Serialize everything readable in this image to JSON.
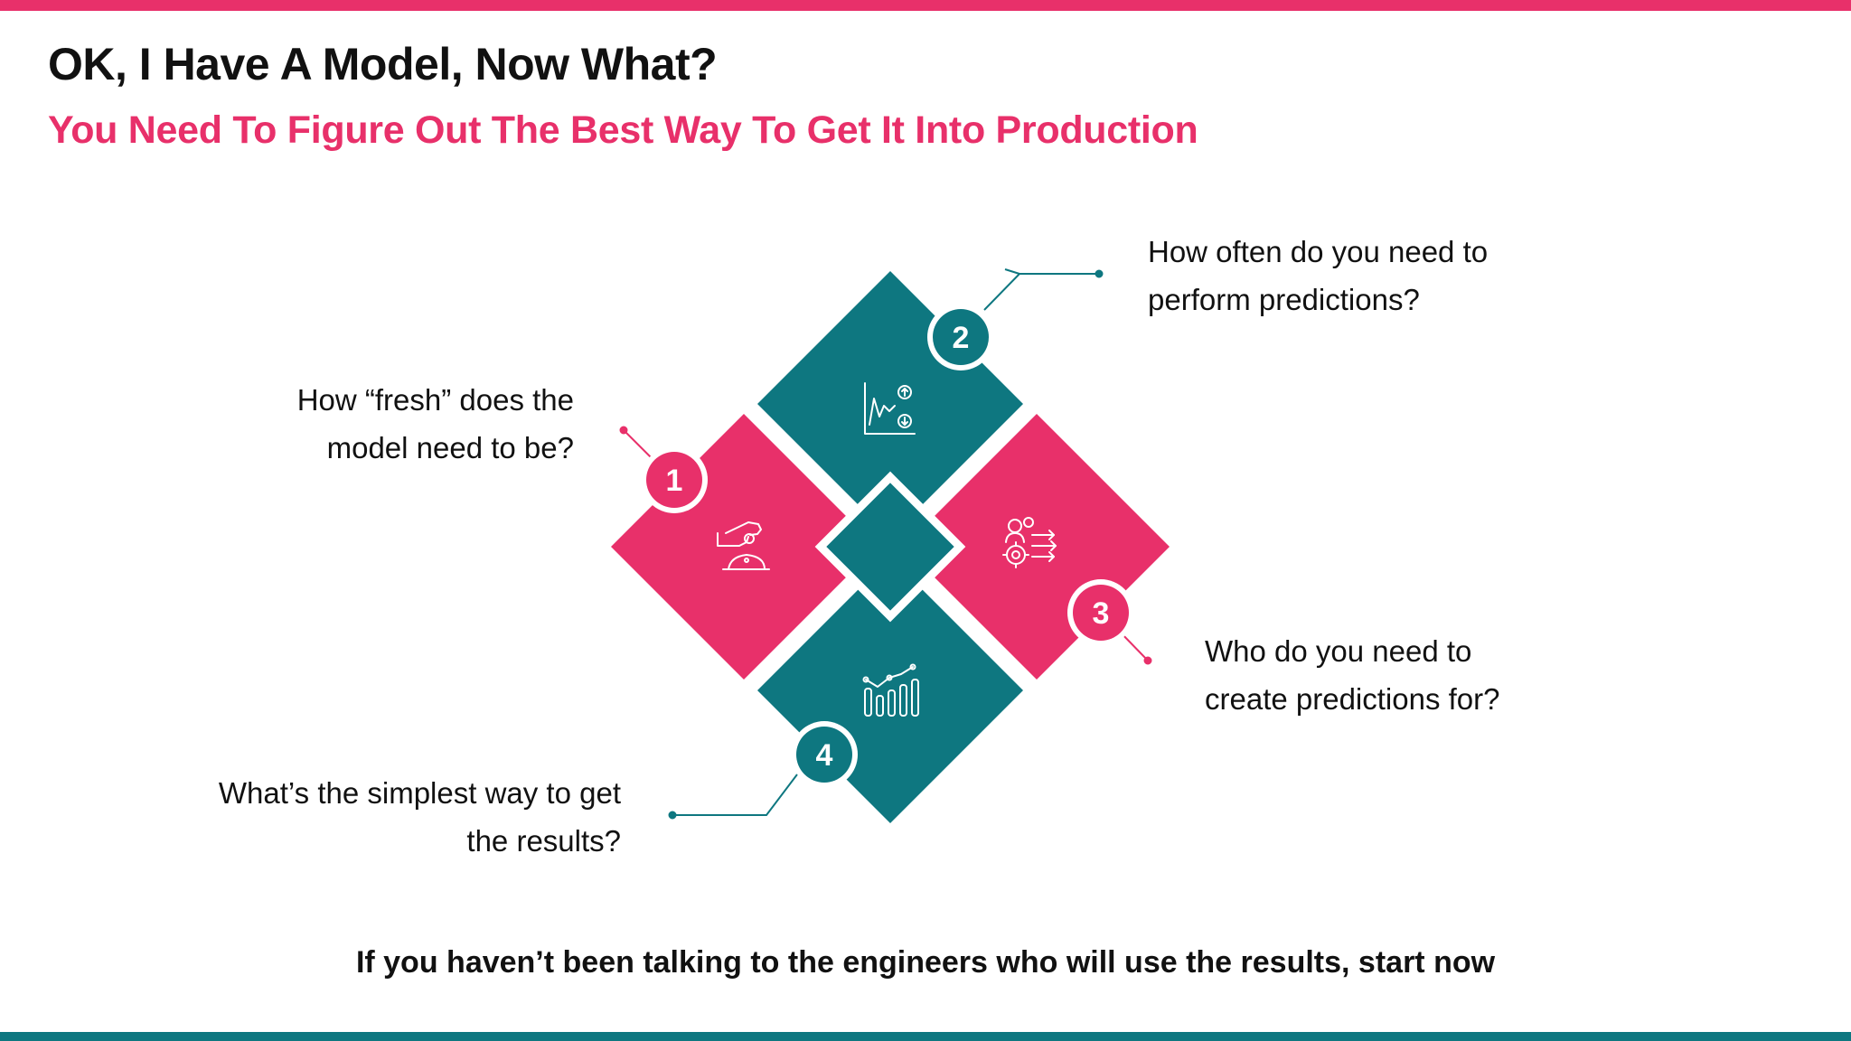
{
  "header": {
    "title": "OK, I Have A Model, Now What?",
    "subtitle": "You Need To Figure Out The Best Way To Get It Into Production"
  },
  "questions": [
    {
      "number": "1",
      "text_line1": "How “fresh” does the",
      "text_line2": "model need to be?",
      "icon": "hand-coin-icon"
    },
    {
      "number": "2",
      "text_line1": "How often do you need to",
      "text_line2": "perform predictions?",
      "icon": "chart-up-down-icon"
    },
    {
      "number": "3",
      "text_line1": "Who do you need to",
      "text_line2": "create predictions for?",
      "icon": "people-gear-arrows-icon"
    },
    {
      "number": "4",
      "text_line1": "What’s the simplest way to get",
      "text_line2": "the results?",
      "icon": "bar-chart-trend-icon"
    }
  ],
  "footer": {
    "text": "If you haven’t been talking to the engineers who will use the results, start now"
  },
  "colors": {
    "pink": "#E8306A",
    "teal": "#0E7780",
    "text": "#111111"
  }
}
